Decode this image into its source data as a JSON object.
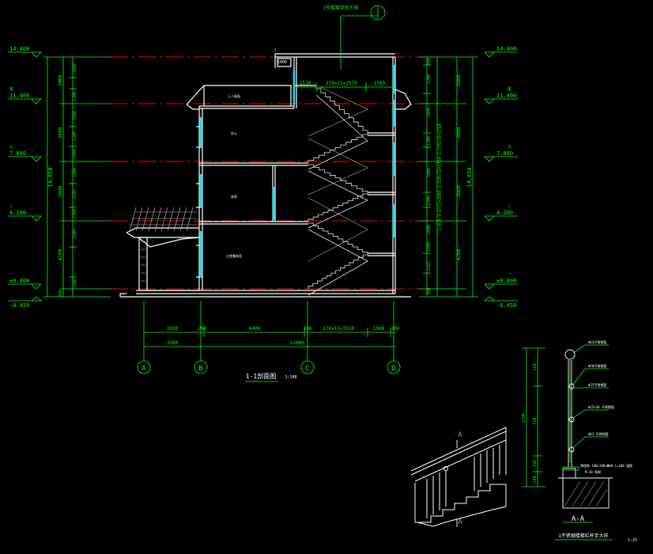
{
  "colors": {
    "background": "#000000",
    "wall": "#ffffff",
    "dim": "#00ff00",
    "axis": "#ff0000",
    "glass": "#00e5ff",
    "stair": "#e8e8e8",
    "text": "#ffffff",
    "label_yellow": "#ffff66"
  },
  "top_note": "1号楼梯详见大样",
  "levels_left": [
    {
      "value": "14.400",
      "tag": ""
    },
    {
      "value": "11.400",
      "tag": "屋"
    },
    {
      "value": "7.800",
      "tag": "三"
    },
    {
      "value": "4.200",
      "tag": "二"
    },
    {
      "value": "±0.000",
      "tag": "一"
    },
    {
      "value": "-0.450",
      "tag": ""
    }
  ],
  "levels_right": [
    {
      "value": "14.400",
      "tag": ""
    },
    {
      "value": "11.400",
      "tag": "屋"
    },
    {
      "value": "7.800",
      "tag": "三"
    },
    {
      "value": "4.200",
      "tag": "二"
    },
    {
      "value": "±0.000",
      "tag": "一"
    },
    {
      "value": "-0.450",
      "tag": ""
    }
  ],
  "left_dims_outer": [
    "3000",
    "3600",
    "3600",
    "4200",
    "450"
  ],
  "left_dims_inner": [
    "1800",
    "1200",
    "1800",
    "1200",
    "1800",
    "1800",
    "2100",
    "2700",
    "1500",
    "1200"
  ],
  "left_total": "14,850",
  "right_total": "14,850",
  "right_dims_outer": [
    "3000",
    "3600",
    "3600",
    "4200"
  ],
  "right_dims_inner": [
    "200",
    "1200",
    "1800",
    "1200",
    "1800",
    "1100",
    "1800",
    "1800",
    "1322",
    "450"
  ],
  "right_stair_text": "1,950 9,6×11=2600 1,320×12=2750 1,275×13=3250",
  "top_dims": [
    "1530",
    "270×11=2970",
    "1500"
  ],
  "parapet_dim": "1000",
  "room_labels": [
    "上人屋面",
    "办公",
    "休息",
    "大堂兼休息"
  ],
  "bottom_dims_row1": [
    "3500",
    "200",
    "6400",
    "190",
    "270×13=3510",
    "1500",
    "200"
  ],
  "bottom_dims_row2": [
    "3500",
    "12000"
  ],
  "axes": [
    "A",
    "B",
    "C",
    "D"
  ],
  "section_title": "1-1剖面图",
  "section_scale": "1:100",
  "detail_section_mark": "A",
  "detail_section_title": "A-A",
  "detail_title": "1不锈钢楼梯栏杆手大样",
  "detail_scale": "1:25",
  "detail_dims": [
    "1100",
    "120",
    "720",
    "150",
    "150"
  ],
  "detail_notes": [
    "Φ63不锈钢管",
    "Φ50不锈钢管",
    "Φ25不锈钢管",
    "Φ25×10 不锈钢管",
    "Φ63 不锈钢管",
    "预埋铁 100×100×6",
    "4Φ8 L=100 锚筋",
    "M-20 角钢"
  ]
}
